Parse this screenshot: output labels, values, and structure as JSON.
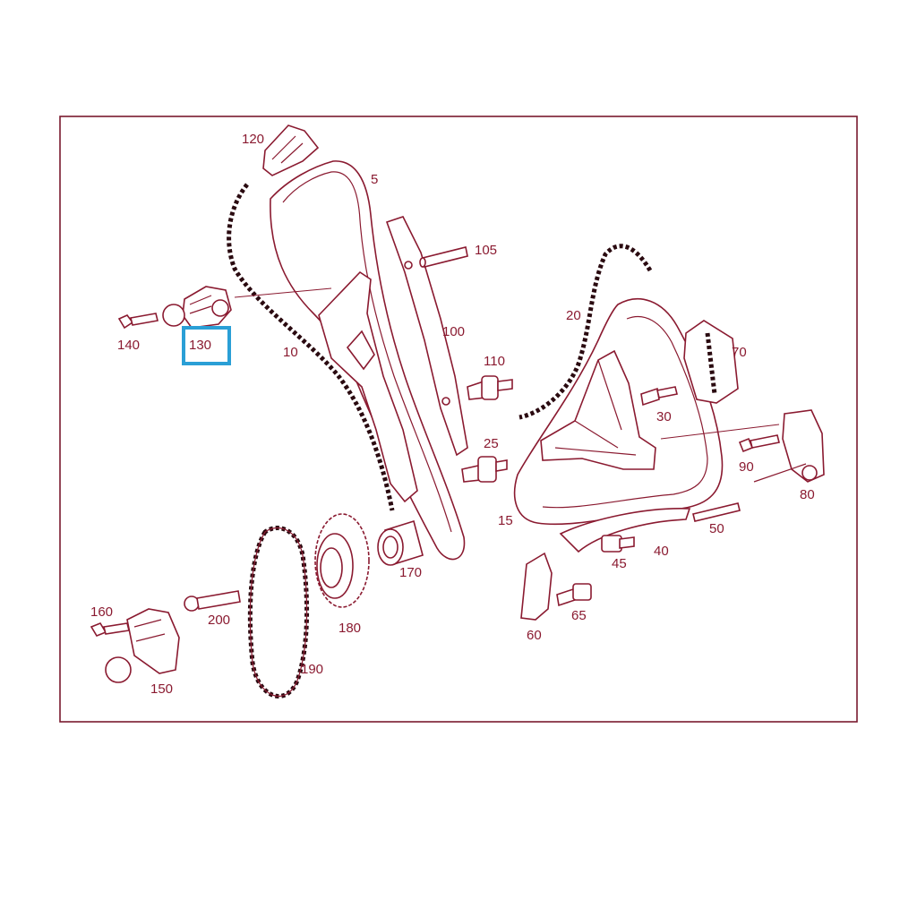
{
  "labels": {
    "l5": "5",
    "l10": "10",
    "l15": "15",
    "l20": "20",
    "l25": "25",
    "l30": "30",
    "l40": "40",
    "l45": "45",
    "l50": "50",
    "l60": "60",
    "l65": "65",
    "l70": "70",
    "l80": "80",
    "l90": "90",
    "l100": "100",
    "l105": "105",
    "l110": "110",
    "l120": "120",
    "l130": "130",
    "l140": "140",
    "l150": "150",
    "l160": "160",
    "l170": "170",
    "l180": "180",
    "l190": "190",
    "l200": "200"
  },
  "selected_part": "130",
  "colors": {
    "line": "#8a1a30",
    "frame": "#7a1a2e",
    "chain": "#2a0a10",
    "highlight": "#2a9fd6"
  }
}
